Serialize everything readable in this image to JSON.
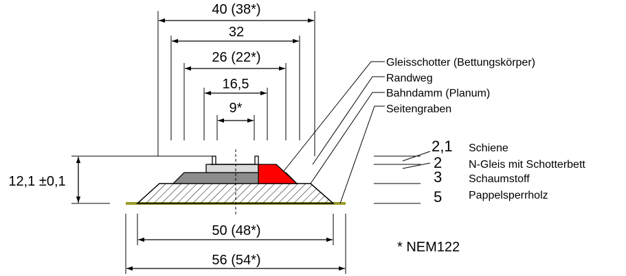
{
  "dimensions": {
    "top_40": "40 (38*)",
    "top_32": "32",
    "top_26": "26 (22*)",
    "top_16_5": "16,5",
    "top_9": "9*",
    "height": "12,1 ±0,1",
    "bottom_50": "50 (48*)",
    "bottom_56": "56 (54*)"
  },
  "callouts": {
    "gleisschotter": "Gleisschotter (Bettungskörper)",
    "randweg": "Randweg",
    "bahndamm": "Bahndamm (Planum)",
    "seitengraben": "Seitengraben"
  },
  "layers": [
    {
      "thickness": "2,1",
      "name": "Schiene"
    },
    {
      "thickness": "2",
      "name": "N-Gleis mit Schotterbett"
    },
    {
      "thickness": "3",
      "name": "Schaumstoff"
    },
    {
      "thickness": "5",
      "name": "Pappelsperrholz"
    }
  ],
  "footnote": "* NEM122",
  "colors": {
    "ballast_highlight": "#ff0000",
    "ballast_light": "#d9d9d9",
    "ballast_dark": "#8c8c8c",
    "ditch": "#9a9a2a"
  }
}
